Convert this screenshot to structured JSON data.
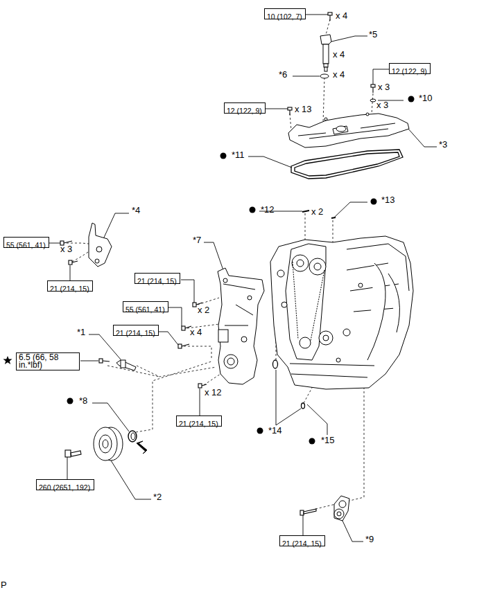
{
  "diagram": {
    "nodes": [
      {
        "text": [
          "10 (102, 7)"
        ]
      },
      {
        "text": [
          "12 (122, 9)"
        ]
      },
      {
        "text": [
          "12 (122, 9)"
        ]
      },
      {
        "text": [
          "55 (561, 41)"
        ]
      },
      {
        "text": [
          "21 (214, 15)"
        ]
      },
      {
        "text": [
          "21 (214, 15)"
        ]
      },
      {
        "text": [
          "55 (561, 41)"
        ]
      },
      {
        "text": [
          "21 (214, 15)"
        ]
      },
      {
        "text": [
          "6.5 (66, 58 in.*lbf)"
        ]
      },
      {
        "text": [
          "21 (214, 15)"
        ]
      },
      {
        "text": [
          "260 (2651, 192)"
        ]
      },
      {
        "text": [
          "21 (214, 15)"
        ]
      }
    ],
    "labels": [
      "x 4",
      "*5",
      "x 4",
      "*6",
      "x 4",
      "x 3",
      "*10",
      "x 13",
      "x 3",
      "*3",
      "*11",
      "*12",
      "x 2",
      "*13",
      "*4",
      "x 3",
      "*7",
      "x 2",
      "x 4",
      "*1",
      "*8",
      "x 12",
      "*14",
      "*15",
      "*2",
      "*9",
      "P"
    ]
  }
}
